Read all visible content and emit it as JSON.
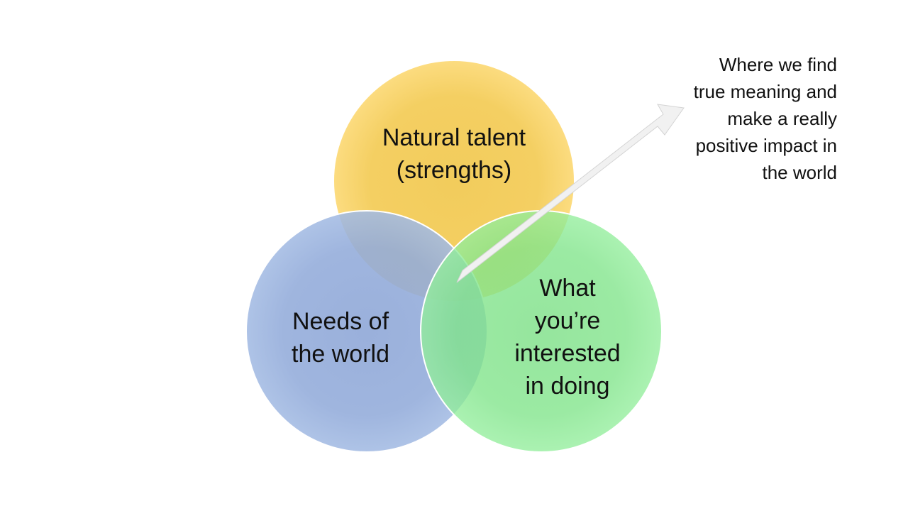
{
  "venn": {
    "colors": {
      "talent": "#F9D46A",
      "needs": "#8FAADC",
      "interest": "#70E478",
      "arrow": "#EFEFEF"
    },
    "circles": [
      {
        "key": "talent",
        "lines": [
          "Natural talent",
          "(strengths)"
        ]
      },
      {
        "key": "needs",
        "lines": [
          "Needs of",
          "the world"
        ]
      },
      {
        "key": "interest",
        "lines": [
          "What",
          "you’re",
          "interested",
          "in doing"
        ]
      }
    ]
  },
  "callout": {
    "lines": [
      "Where we find",
      "true meaning and",
      "make a really",
      "positive impact in",
      "the world"
    ]
  }
}
